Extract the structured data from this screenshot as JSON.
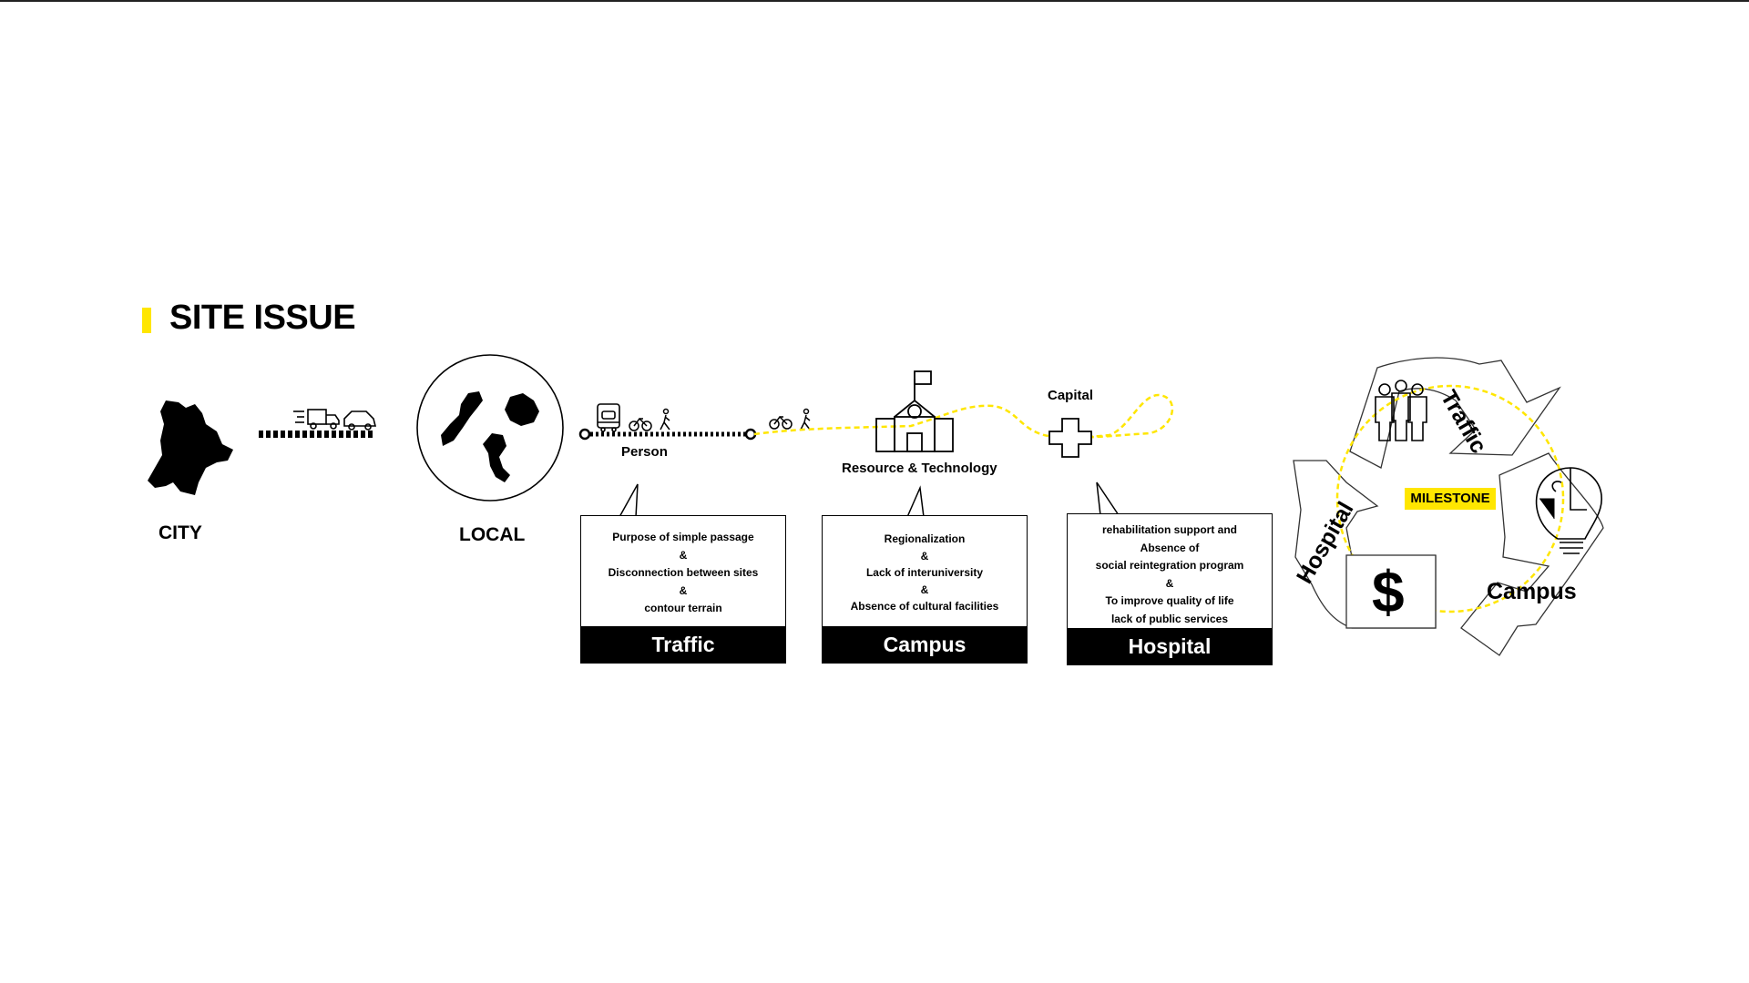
{
  "header": {
    "title": "SITE ISSUE",
    "accent_color": "#ffe600"
  },
  "levels": {
    "city": "CITY",
    "local": "LOCAL"
  },
  "path": {
    "person": "Person",
    "resource": "Resource & Technology",
    "capital": "Capital"
  },
  "boxes": [
    {
      "lines": [
        "Purpose of simple passage",
        "&",
        "Disconnection between sites",
        "&",
        "contour terrain"
      ],
      "title": "Traffic"
    },
    {
      "lines": [
        "Regionalization",
        "&",
        "Lack of interuniversity",
        "&",
        "Absence of cultural facilities"
      ],
      "title": "Campus"
    },
    {
      "lines": [
        "rehabilitation support and",
        "Absence of",
        "social reintegration program",
        "&",
        "To improve quality of life",
        "lack of public services"
      ],
      "title": "Hospital"
    }
  ],
  "cycle": {
    "traffic": "Traffic",
    "campus": "Campus",
    "hospital": "Hospital",
    "center": "MILESTONE",
    "money_symbol": "$"
  },
  "icons": [
    "city-map-icon",
    "truck-icon",
    "car-icon",
    "local-map-icon",
    "bus-icon",
    "bicycle-icon",
    "pedestrian-icon",
    "school-icon",
    "hospital-cross-icon",
    "people-icon",
    "lightbulb-puzzle-icon",
    "dollar-icon"
  ]
}
